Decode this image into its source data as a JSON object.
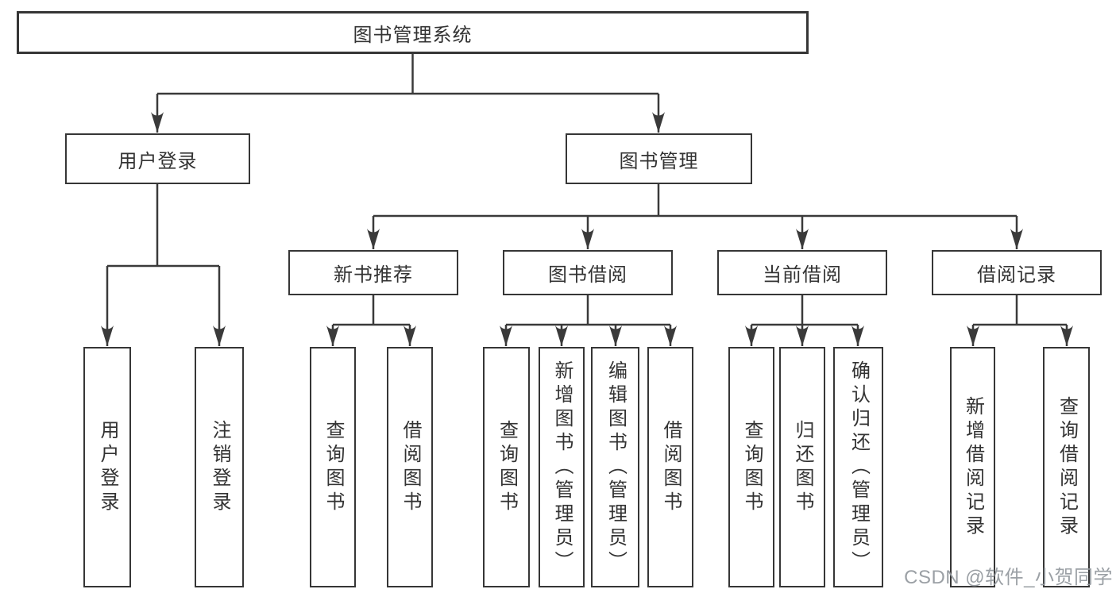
{
  "diagram": {
    "title": "图书管理系统",
    "root": "图书管理系统",
    "level2": [
      "用户登录",
      "图书管理"
    ],
    "level3": [
      "新书推荐",
      "图书借阅",
      "当前借阅",
      "借阅记录"
    ],
    "leaves": [
      "用户登录",
      "注销登录",
      "查询图书",
      "借阅图书",
      "查询图书",
      "新增图书（管理员）",
      "编辑图书（管理员）",
      "借阅图书",
      "查询图书",
      "归还图书",
      "确认归还（管理员）",
      "新增借阅记录",
      "查询借阅记录"
    ]
  },
  "watermark": "CSDN @软件_小贺同学",
  "colors": {
    "line": "#3a3a3a",
    "text": "#333333",
    "background": "#ffffff",
    "watermark": "#969ba0"
  }
}
